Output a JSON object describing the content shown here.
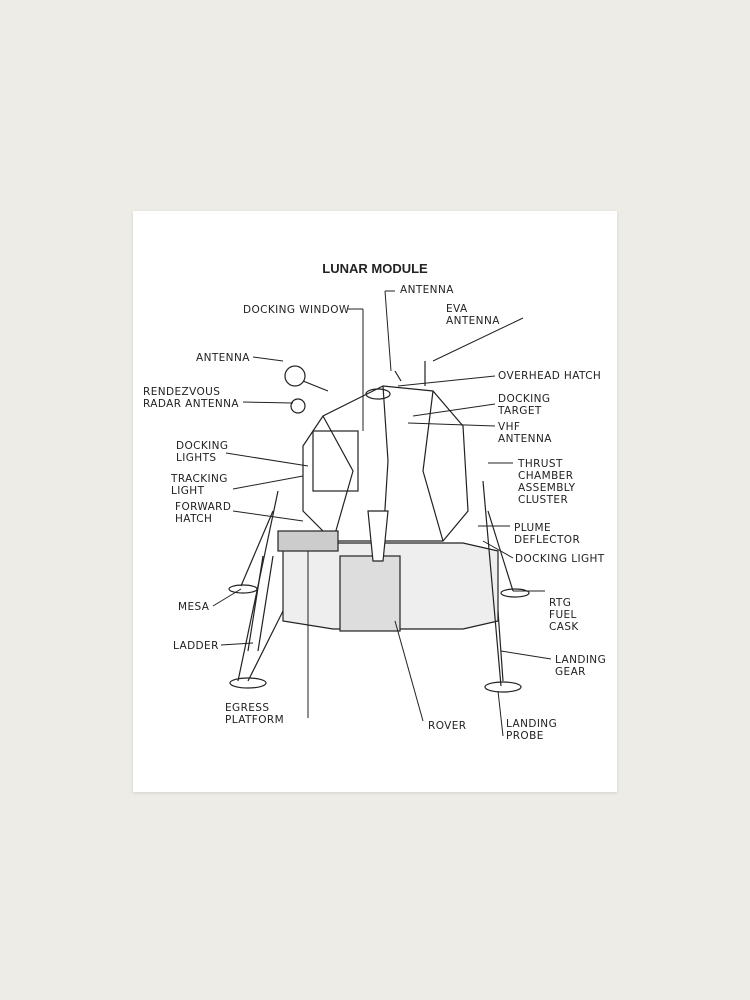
{
  "title": "LUNAR MODULE",
  "labels": {
    "antenna_top": "ANTENNA",
    "docking_window": "DOCKING WINDOW",
    "eva_antenna": "EVA\nANTENNA",
    "antenna_left": "ANTENNA",
    "overhead_hatch": "OVERHEAD HATCH",
    "rendezvous_radar": "RENDEZVOUS\nRADAR ANTENNA",
    "docking_target": "DOCKING\nTARGET",
    "vhf_antenna": "VHF\nANTENNA",
    "docking_lights": "DOCKING\nLIGHTS",
    "thrust_chamber": "THRUST\nCHAMBER\nASSEMBLY\nCLUSTER",
    "tracking_light": "TRACKING\nLIGHT",
    "forward_hatch": "FORWARD\nHATCH",
    "plume_deflector": "PLUME\nDEFLECTOR",
    "docking_light": "DOCKING LIGHT",
    "mesa": "MESA",
    "rtg_fuel_cask": "RTG\nFUEL\nCASK",
    "ladder": "LADDER",
    "landing_gear": "LANDING\nGEAR",
    "egress_platform": "EGRESS\nPLATFORM",
    "rover": "ROVER",
    "landing_probe": "LANDING\nPROBE"
  }
}
